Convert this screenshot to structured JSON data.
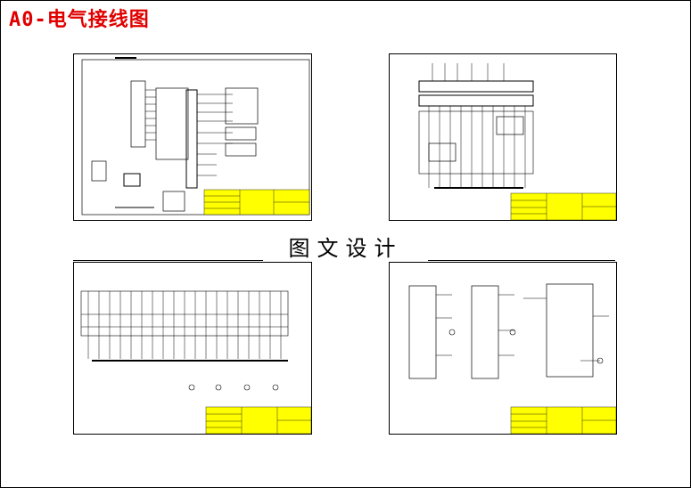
{
  "page": {
    "title": "A0-电气接线图"
  },
  "watermark": {
    "text": "图文设计"
  },
  "colors": {
    "title": "#e00000",
    "title_block": "#ffff00",
    "lines": "#000000"
  },
  "sheets": [
    {
      "id": "sheet-1"
    },
    {
      "id": "sheet-2"
    },
    {
      "id": "sheet-3"
    },
    {
      "id": "sheet-4"
    }
  ]
}
